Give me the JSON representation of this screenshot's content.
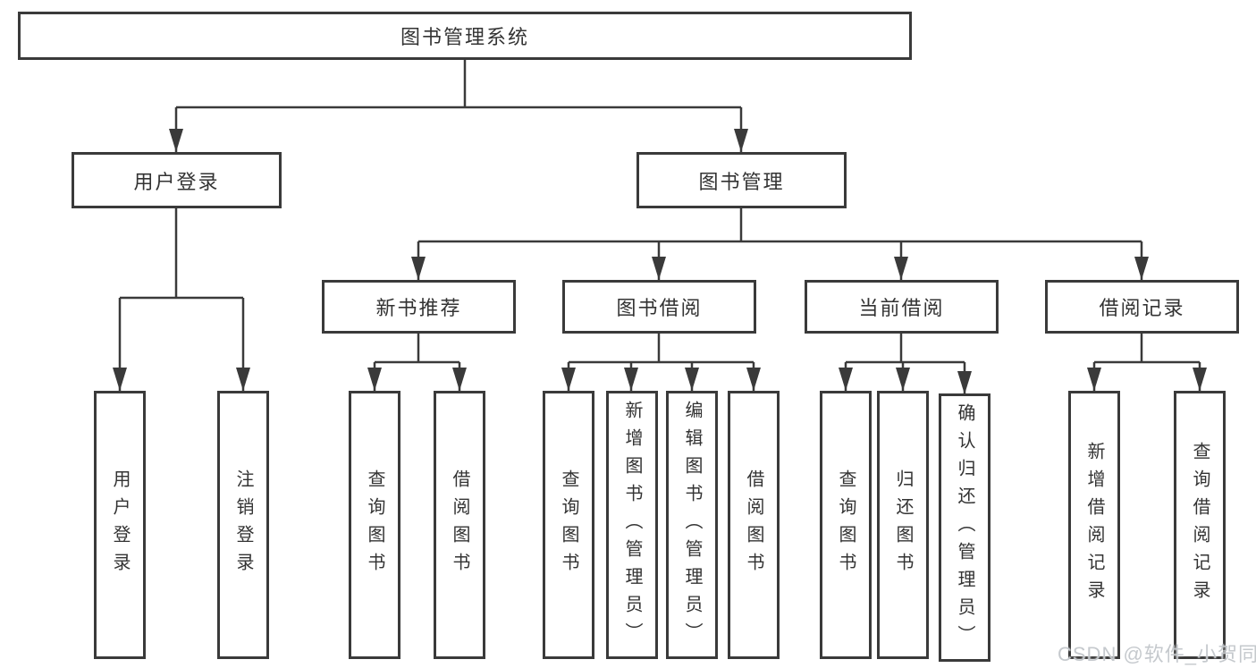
{
  "root_label": "图书管理系统",
  "level2": [
    {
      "label": "用户登录"
    },
    {
      "label": "图书管理"
    }
  ],
  "level3": [
    {
      "label": "新书推荐"
    },
    {
      "label": "图书借阅"
    },
    {
      "label": "当前借阅"
    },
    {
      "label": "借阅记录"
    }
  ],
  "leaves": [
    {
      "label": "用户登录",
      "parent": "用户登录"
    },
    {
      "label": "注销登录",
      "parent": "用户登录"
    },
    {
      "label": "查询图书",
      "parent": "新书推荐"
    },
    {
      "label": "借阅图书",
      "parent": "新书推荐"
    },
    {
      "label": "查询图书",
      "parent": "图书借阅"
    },
    {
      "label": "新增图书（管理员）",
      "parent": "图书借阅"
    },
    {
      "label": "编辑图书（管理员）",
      "parent": "图书借阅"
    },
    {
      "label": "借阅图书",
      "parent": "图书借阅"
    },
    {
      "label": "查询图书",
      "parent": "当前借阅"
    },
    {
      "label": "归还图书",
      "parent": "当前借阅"
    },
    {
      "label": "确认归还（管理员）",
      "parent": "当前借阅"
    },
    {
      "label": "新增借阅记录",
      "parent": "借阅记录"
    },
    {
      "label": "查询借阅记录",
      "parent": "借阅记录"
    }
  ],
  "watermark": "CSDN @软件_小贺同学",
  "colors": {
    "line": "#3a3a3a",
    "text": "#333333",
    "background": "#ffffff",
    "watermark": "#c2c6ca"
  }
}
